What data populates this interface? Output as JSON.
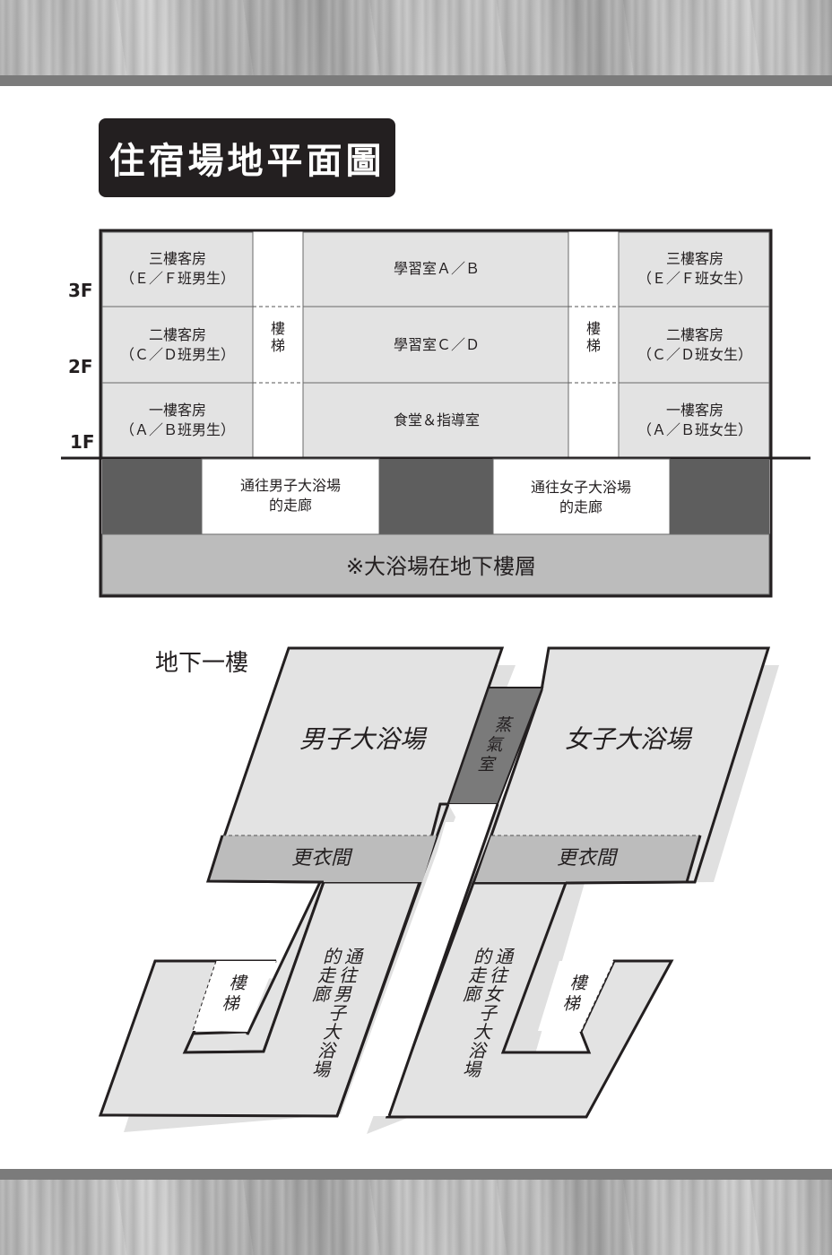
{
  "title": "住宿場地平面圖",
  "floor_labels": {
    "f3": "3F",
    "f2": "2F",
    "f1": "1F"
  },
  "floor_plan": {
    "left_rooms": [
      {
        "line1": "三樓客房",
        "line2": "（Ｅ／Ｆ班男生）"
      },
      {
        "line1": "二樓客房",
        "line2": "（Ｃ／Ｄ班男生）"
      },
      {
        "line1": "一樓客房",
        "line2": "（Ａ／Ｂ班男生）"
      }
    ],
    "center_rooms": [
      "學習室Ａ／Ｂ",
      "學習室Ｃ／Ｄ",
      "食堂＆指導室"
    ],
    "right_rooms": [
      {
        "line1": "三樓客房",
        "line2": "（Ｅ／Ｆ班女生）"
      },
      {
        "line1": "二樓客房",
        "line2": "（Ｃ／Ｄ班女生）"
      },
      {
        "line1": "一樓客房",
        "line2": "（Ａ／Ｂ班女生）"
      }
    ],
    "stairs": [
      "樓",
      "梯"
    ],
    "corridor_male": {
      "line1": "通往男子大浴場",
      "line2": "的走廊"
    },
    "corridor_female": {
      "line1": "通往女子大浴場",
      "line2": "的走廊"
    },
    "basement_note": "※大浴場在地下樓層"
  },
  "basement": {
    "label": "地下一樓",
    "male_bath": "男子大浴場",
    "female_bath": "女子大浴場",
    "steam_room": [
      "蒸",
      "氣",
      "室"
    ],
    "changing_room": "更衣間",
    "stairs": [
      "樓",
      "梯"
    ],
    "male_corridor": {
      "col1": [
        "通",
        "往",
        "男",
        "子",
        "大",
        "浴",
        "場"
      ],
      "col2": [
        "的",
        "走",
        "廊"
      ]
    },
    "female_corridor": {
      "col1": [
        "通",
        "往",
        "女",
        "子",
        "大",
        "浴",
        "場"
      ],
      "col2": [
        "的",
        "走",
        "廊"
      ]
    }
  },
  "colors": {
    "light_fill": "#e3e3e3",
    "dark_fill": "#5e5e5e",
    "mid_fill": "#bcbcbc",
    "title_bg": "#231f20"
  }
}
